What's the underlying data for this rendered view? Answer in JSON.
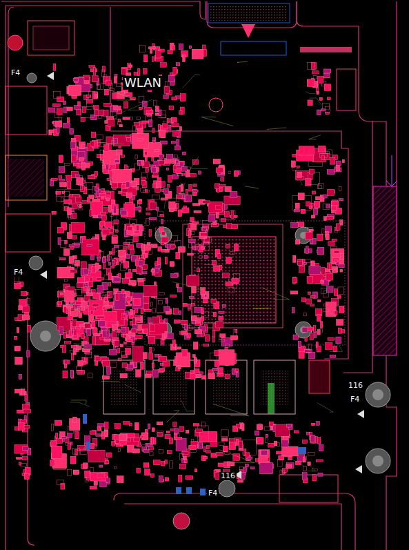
{
  "diagram": {
    "labels": [
      "WLAN",
      "F4",
      "F4",
      "F4",
      "F4",
      "116",
      "116"
    ]
  }
}
